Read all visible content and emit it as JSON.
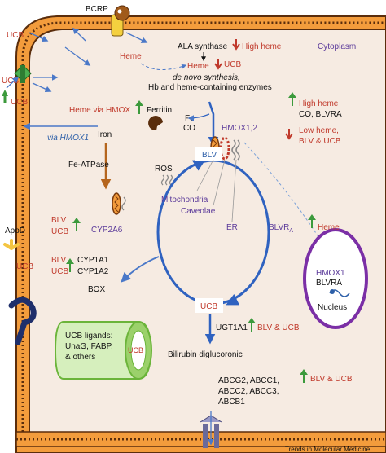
{
  "labels": {
    "bcrp": "BCRP",
    "ucb_top": "UCB",
    "ucb_left": "UCB",
    "ucb_left2": "UCB",
    "heme_top": "Heme",
    "ala_synthase": "ALA synthase",
    "high_heme_top": "High heme",
    "heme_mid": "Heme",
    "ucb_mid": "UCB",
    "cytoplasm": "Cytoplasm",
    "de_novo": "de novo synthesis,",
    "hb_heme": "Hb and heme-containing enzymes",
    "heme_via_hmox": "Heme via HMOX",
    "ferritin": "Ferritin",
    "via_hmox1": "via HMOX1",
    "iron": "Iron",
    "fe": "Fe",
    "co": "CO",
    "hmox12": "HMOX1,2",
    "high_heme_right": "High  heme",
    "co_blvra": "CO, BLVRA",
    "low_heme": "Low heme,",
    "blv_ucb_right": "BLV & UCB",
    "fe_atpase": "Fe-ATPase",
    "ros": "ROS",
    "blv_box": "BLV",
    "mitochondria": "Mitochondria",
    "caveolae": "Caveolae",
    "er": "ER",
    "blvra_label": "BLVR",
    "blvra_sub": "A",
    "heme_nucleus": "Heme",
    "blv_left": "BLV",
    "ucb_left3": "UCB",
    "cyp2a6": "CYP2A6",
    "apod": "ApoD",
    "ucb_apod": "UCB",
    "blv_cyp": "BLV",
    "ucb_cyp": "UCB",
    "cyp1a1": "CYP1A1",
    "cyp1a2": "CYP1A2",
    "box": "BOX",
    "hmox1_nuc": "HMOX1",
    "blvra_nuc": "BLVRA",
    "nucleus": "Nucleus",
    "ucb_box": "UCB",
    "ugt1a1": "UGT1A1",
    "blv_ucb_ugt": "BLV & UCB",
    "ucb_ligands_1": "UCB ligands:",
    "ucb_ligands_2": "UnaG, FABP,",
    "ucb_ligands_3": "& others",
    "ucb_ligand_box": "UCB",
    "bilirubin_diglucoronic": "Bilirubin diglucoronic",
    "abc_1": "ABCG2, ABCC1,",
    "abc_2": "ABCC2, ABCC3,",
    "abc_3": "ABCB1",
    "blv_ucb_abc": "BLV & UCB",
    "footer": "Trends in Molecular Medicine"
  },
  "colors": {
    "cell_fill": "#f6ebe2",
    "membrane_orange": "#f39c3c",
    "membrane_dark": "#5a2d0c",
    "arrow_blue": "#4a78c8",
    "cycle_blue": "#2f62c0",
    "nucleus_purple": "#7b2fa6",
    "up_green": "#3c9a3c",
    "down_red": "#c0392b",
    "ligand_green": "#9bd16b"
  }
}
